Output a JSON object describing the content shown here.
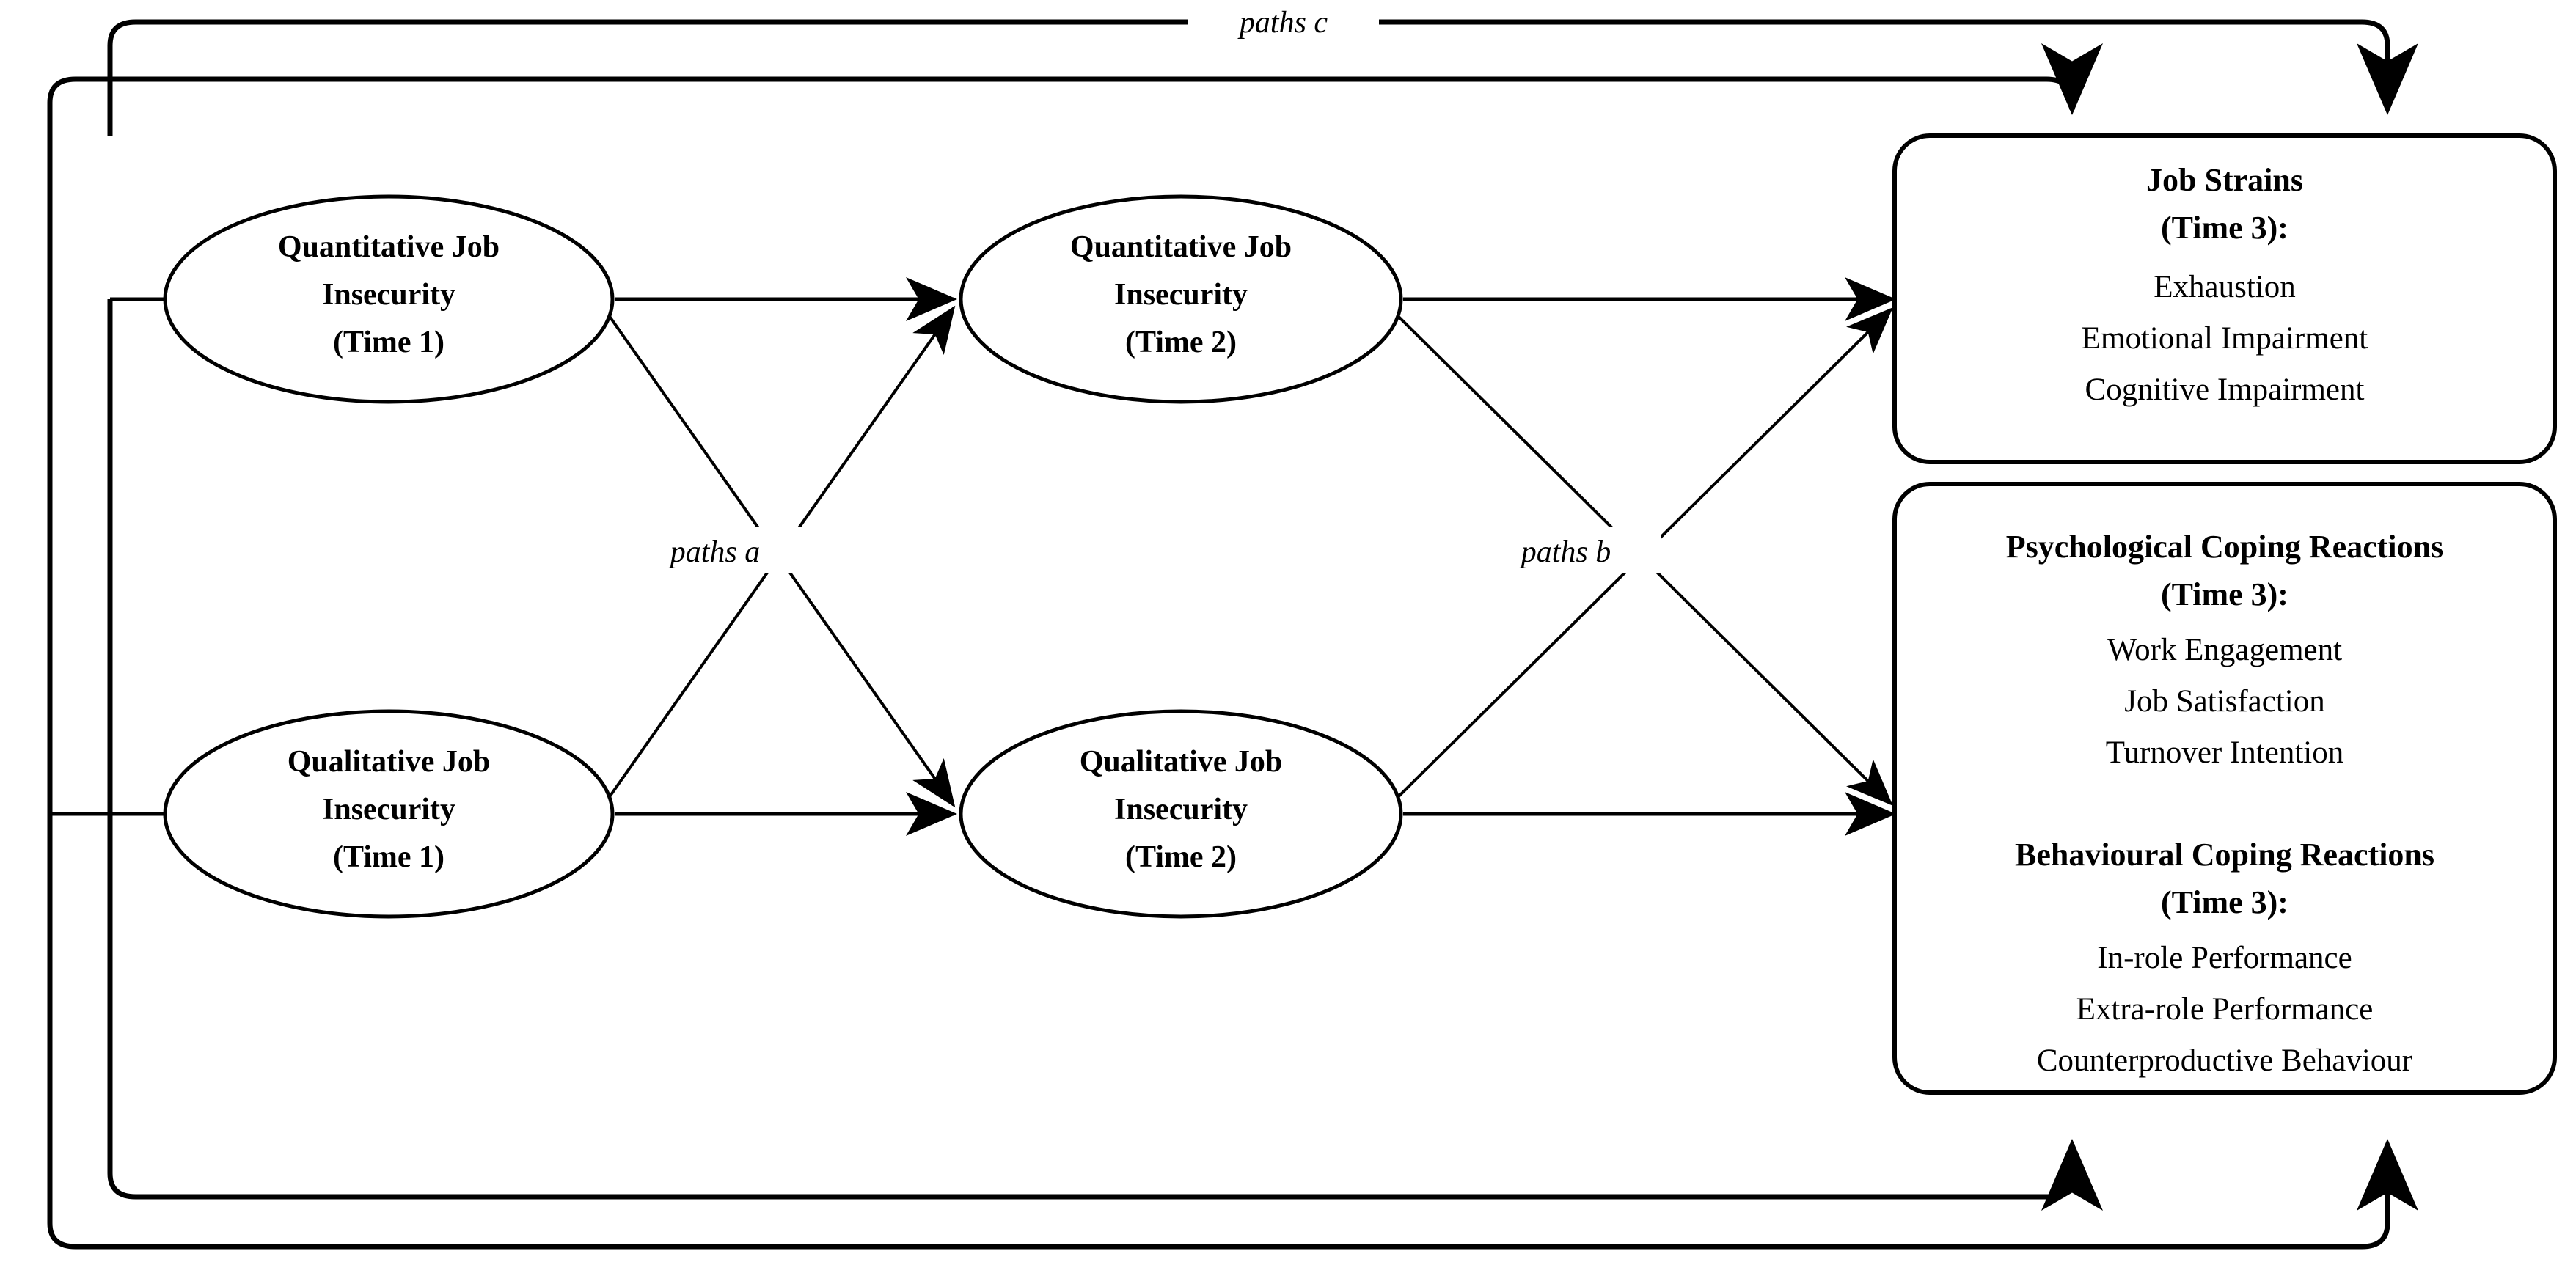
{
  "figure": {
    "type": "path-model-diagram",
    "description": "Cross-lagged mediation path model of job insecurity across three time points"
  },
  "nodes": {
    "quantitative_t1": {
      "line1": "Quantitative Job",
      "line2": "Insecurity",
      "line3": "(Time 1)"
    },
    "qualitative_t1": {
      "line1": "Qualitative Job",
      "line2": "Insecurity",
      "line3": "(Time 1)"
    },
    "quantitative_t2": {
      "line1": "Quantitative Job",
      "line2": "Insecurity",
      "line3": "(Time 2)"
    },
    "qualitative_t2": {
      "line1": "Qualitative Job",
      "line2": "Insecurity",
      "line3": "(Time 2)"
    }
  },
  "outcome_boxes": [
    {
      "id": "job-strains",
      "title": "Job Strains",
      "subtitle": "(Time 3):",
      "items": [
        "Exhaustion",
        "Emotional Impairment",
        "Cognitive Impairment"
      ]
    },
    {
      "id": "coping-reactions",
      "sections": [
        {
          "title": "Psychological Coping Reactions",
          "subtitle": "(Time 3):",
          "items": [
            "Work Engagement",
            "Job Satisfaction",
            "Turnover Intention"
          ]
        },
        {
          "title": "Behavioural Coping Reactions",
          "subtitle": "(Time 3):",
          "items": [
            "In-role Performance",
            "Extra-role Performance",
            "Counterproductive Behaviour"
          ]
        }
      ]
    }
  ],
  "path_labels": {
    "paths_a": "paths a",
    "paths_b": "paths b",
    "paths_c": "paths c"
  },
  "colors": {
    "stroke": "#000000",
    "background": "#ffffff",
    "text": "#000000"
  }
}
